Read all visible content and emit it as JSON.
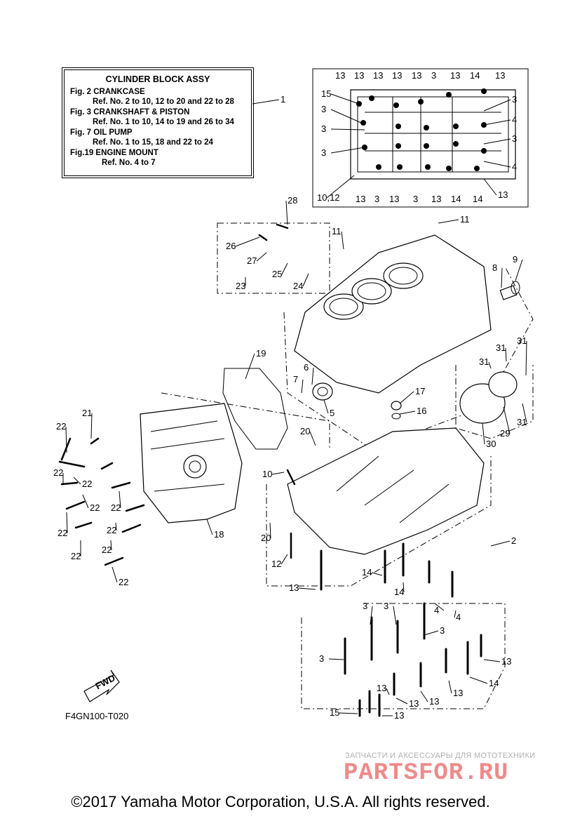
{
  "info_box": {
    "title": "CYLINDER BLOCK ASSY",
    "lines": [
      {
        "text": "Fig.  2 CRANKCASE",
        "indent": 0
      },
      {
        "text": "Ref. No. 2 to 10, 12 to 20 and 22 to 28",
        "indent": 1
      },
      {
        "text": "Fig.  3 CRANKSHAFT & PISTON",
        "indent": 0
      },
      {
        "text": "Ref. No. 1 to 10, 14 to 19 and 26 to 34",
        "indent": 1
      },
      {
        "text": "Fig. 7 OIL PUMP",
        "indent": 0
      },
      {
        "text": "Ref. No. 1 to 15, 18 and 22 to 24",
        "indent": 1
      },
      {
        "text": "Fig.19 ENGINE MOUNT",
        "indent": 0
      },
      {
        "text": "Ref. No. 4 to 7",
        "indent": 2
      }
    ]
  },
  "callouts": [
    "1",
    "2",
    "3",
    "4",
    "5",
    "6",
    "7",
    "8",
    "9",
    "10",
    "10,12",
    "11",
    "12",
    "13",
    "14",
    "15",
    "16",
    "17",
    "18",
    "19",
    "20",
    "21",
    "22",
    "23",
    "24",
    "25",
    "26",
    "27",
    "28",
    "29",
    "30",
    "31"
  ],
  "fwd_label": "FWD",
  "diagram_code": "F4GN100-T020",
  "watermark_top": "ЗАПЧАСТИ И АКСЕССУАРЫ ДЛЯ МОТОТЕХНИКИ",
  "watermark_main": "PARTSFOR.RU",
  "copyright": "©2017 Yamaha Motor Corporation, U.S.A. All rights reserved.",
  "colors": {
    "line": "#000000",
    "watermark": "#f08a8a",
    "watermark_top": "#b0b0b0"
  }
}
